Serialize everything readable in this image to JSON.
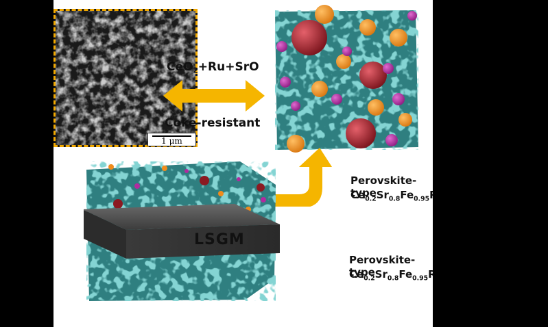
{
  "sem_inset": {
    "scale_bar_label": "1 μm"
  },
  "reaction": {
    "species": [
      {
        "base": "CeO",
        "sub": "2"
      },
      {
        "base": "+Ru+SrO",
        "sub": ""
      }
    ],
    "property": "Coke-resistant"
  },
  "cell": {
    "electrolyte_label": "LSGM"
  },
  "labels": [
    {
      "title": "Perovskite-type",
      "formula": [
        {
          "base": "Ce",
          "sub": "0.2"
        },
        {
          "base": "Sr",
          "sub": "0.8"
        },
        {
          "base": "Fe",
          "sub": "0.95"
        },
        {
          "base": "Ru",
          "sub": ""
        }
      ]
    },
    {
      "title": "Perovskite-type",
      "formula": [
        {
          "base": "Ce",
          "sub": "0.2"
        },
        {
          "base": "Sr",
          "sub": "0.8"
        },
        {
          "base": "Fe",
          "sub": "0.95"
        },
        {
          "base": "Ru",
          "sub": ""
        }
      ]
    }
  ],
  "colors": {
    "arrow": "#f5b500",
    "porous_matrix": "#3aa7a5",
    "electrolyte": "#454545",
    "particle_orange": "#f08c1c",
    "particle_magenta": "#b12a9f",
    "particle_red": "#a8232b"
  }
}
